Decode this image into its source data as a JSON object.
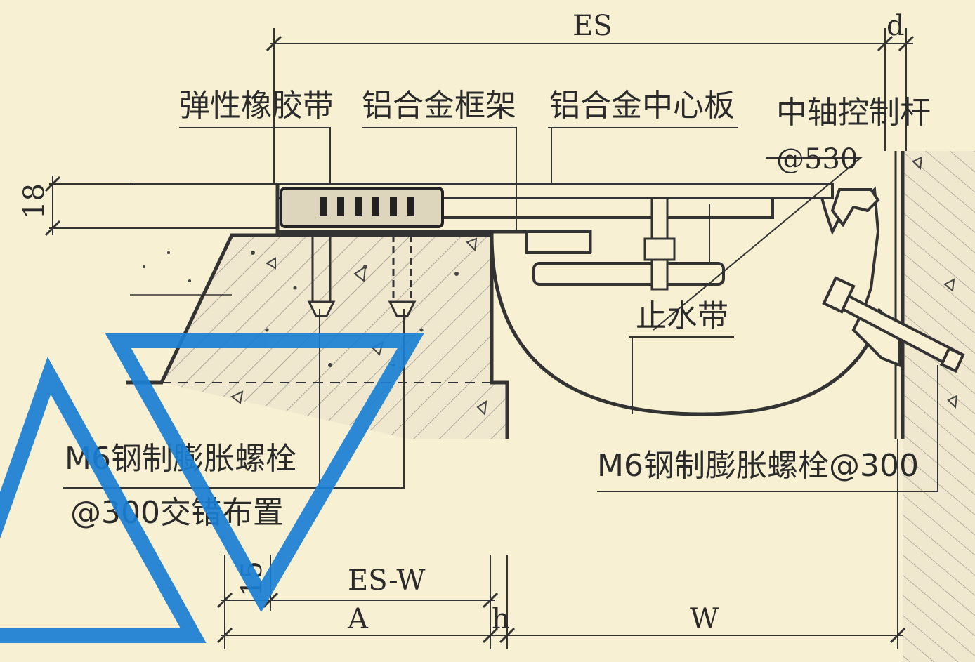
{
  "labels": {
    "rubber_strip": "弹性橡胶带",
    "al_frame": "铝合金框架",
    "al_center_plate": "铝合金中心板",
    "center_axis_rod": "中轴控制杆",
    "center_axis_rod_spacing": "@530",
    "waterstop": "止水带",
    "anchor_bolt_left_1": "M6钢制膨胀螺栓",
    "anchor_bolt_left_2": "@300交错布置",
    "anchor_bolt_right": "M6钢制膨胀螺栓@300"
  },
  "dimensions": {
    "es": "ES",
    "d": "d",
    "thickness": "18",
    "es_minus_w": "ES-W",
    "a": "A",
    "h": "h",
    "w": "W",
    "small": "15"
  },
  "colors": {
    "ink": "#333333",
    "paper": "#f7f0d3",
    "concrete": "#efe8cf",
    "watermark": "#1a7fd4"
  }
}
